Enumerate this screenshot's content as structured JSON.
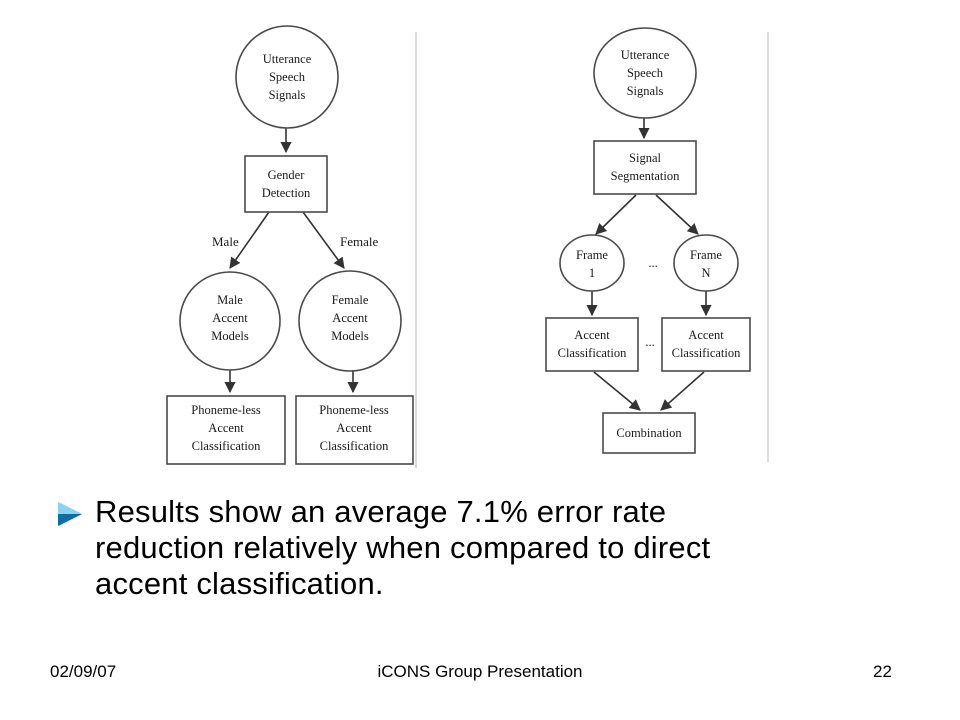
{
  "left_flow": {
    "start": [
      "Utterance",
      "Speech",
      "Signals"
    ],
    "gender": [
      "Gender",
      "Detection"
    ],
    "male_label": "Male",
    "female_label": "Female",
    "male_model": [
      "Male",
      "Accent",
      "Models"
    ],
    "female_model": [
      "Female",
      "Accent",
      "Models"
    ],
    "male_result": [
      "Phoneme-less",
      "Accent",
      "Classification"
    ],
    "female_result": [
      "Phoneme-less",
      "Accent",
      "Classification"
    ]
  },
  "right_flow": {
    "start": [
      "Utterance",
      "Speech",
      "Signals"
    ],
    "segmentation": [
      "Signal",
      "Segmentation"
    ],
    "frame_1": [
      "Frame",
      "1"
    ],
    "frame_n": [
      "Frame",
      "N"
    ],
    "frame_ellipsis": "...",
    "accent_1": [
      "Accent",
      "Classification"
    ],
    "accent_n": [
      "Accent",
      "Classification"
    ],
    "accent_ellipsis": "...",
    "combination": [
      "Combination"
    ]
  },
  "bullet": {
    "lines": [
      "Results show an average 7.1% error rate",
      "reduction relatively when compared to direct",
      "accent classification."
    ]
  },
  "footer": {
    "date": "02/09/07",
    "title": "iCONS Group Presentation",
    "page": "22"
  }
}
